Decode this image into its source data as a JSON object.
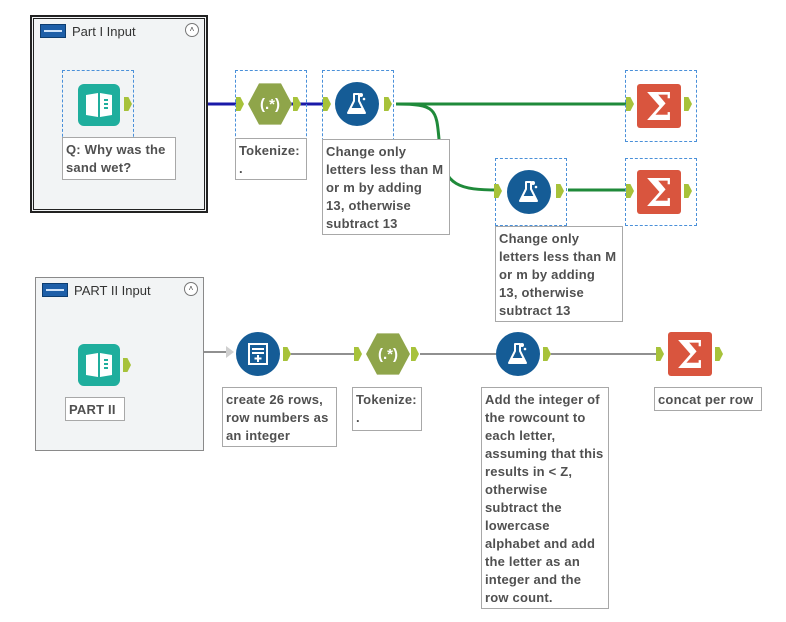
{
  "containers": {
    "part1": {
      "title": "Part I Input",
      "collapse_icon": "˄"
    },
    "part2": {
      "title": "PART II Input",
      "collapse_icon": "˄"
    }
  },
  "annotations": {
    "q_input": "Q: Why was the\nsand wet?",
    "tokenize_1": "Tokenize:\n.",
    "rot13_1": "Change only\nletters less than M\nor m by adding\n13, otherwise\nsubtract 13",
    "rot13_2": "Change only\nletters less than M\nor m by adding\n13, otherwise\nsubtract 13",
    "part2_input": "PART II",
    "generate_rows": "create 26 rows,\nrow numbers as\nan integer",
    "tokenize_2": "Tokenize:\n.",
    "add_rowcount": "Add the integer of\nthe rowcount to\neach letter,\nassuming that this\nresults in < Z,\notherwise\nsubtract the\nlowercase\nalphabet and add\nthe letter as an\ninteger and the\nrow count.",
    "concat": "concat per row"
  },
  "tools": {
    "regex_label": "(.*)",
    "summarize_label": "Σ"
  },
  "colors": {
    "connection_selected": "#1a1aa8",
    "connection_active": "#1f8a3a",
    "connection_default": "#222222",
    "input_tile": "#1fae9d",
    "regex_hex": "#8fa54a",
    "formula_circle": "#155c96",
    "summarize_tile": "#d9553e",
    "anchor": "#a7c23a"
  }
}
